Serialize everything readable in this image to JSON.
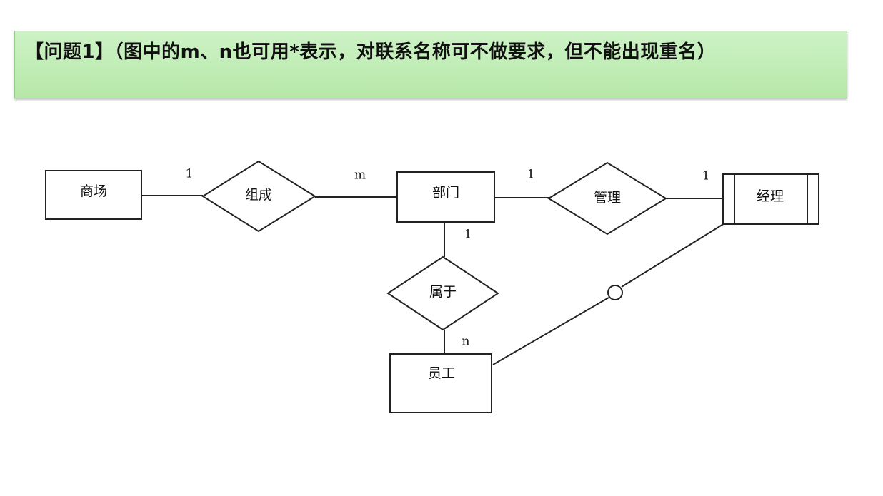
{
  "question": {
    "text": "【问题1】（图中的m、n也可用*表示，对联系名称可不做要求，但不能出现重名）"
  },
  "entities": {
    "mall": "商场",
    "department": "部门",
    "manager": "经理",
    "employee": "员工"
  },
  "relationships": {
    "compose": "组成",
    "manage": "管理",
    "belong": "属于"
  },
  "cardinalities": {
    "mall_compose": "1",
    "compose_department": "m",
    "department_manage": "1",
    "manage_manager": "1",
    "department_belong": "1",
    "belong_employee": "n"
  }
}
